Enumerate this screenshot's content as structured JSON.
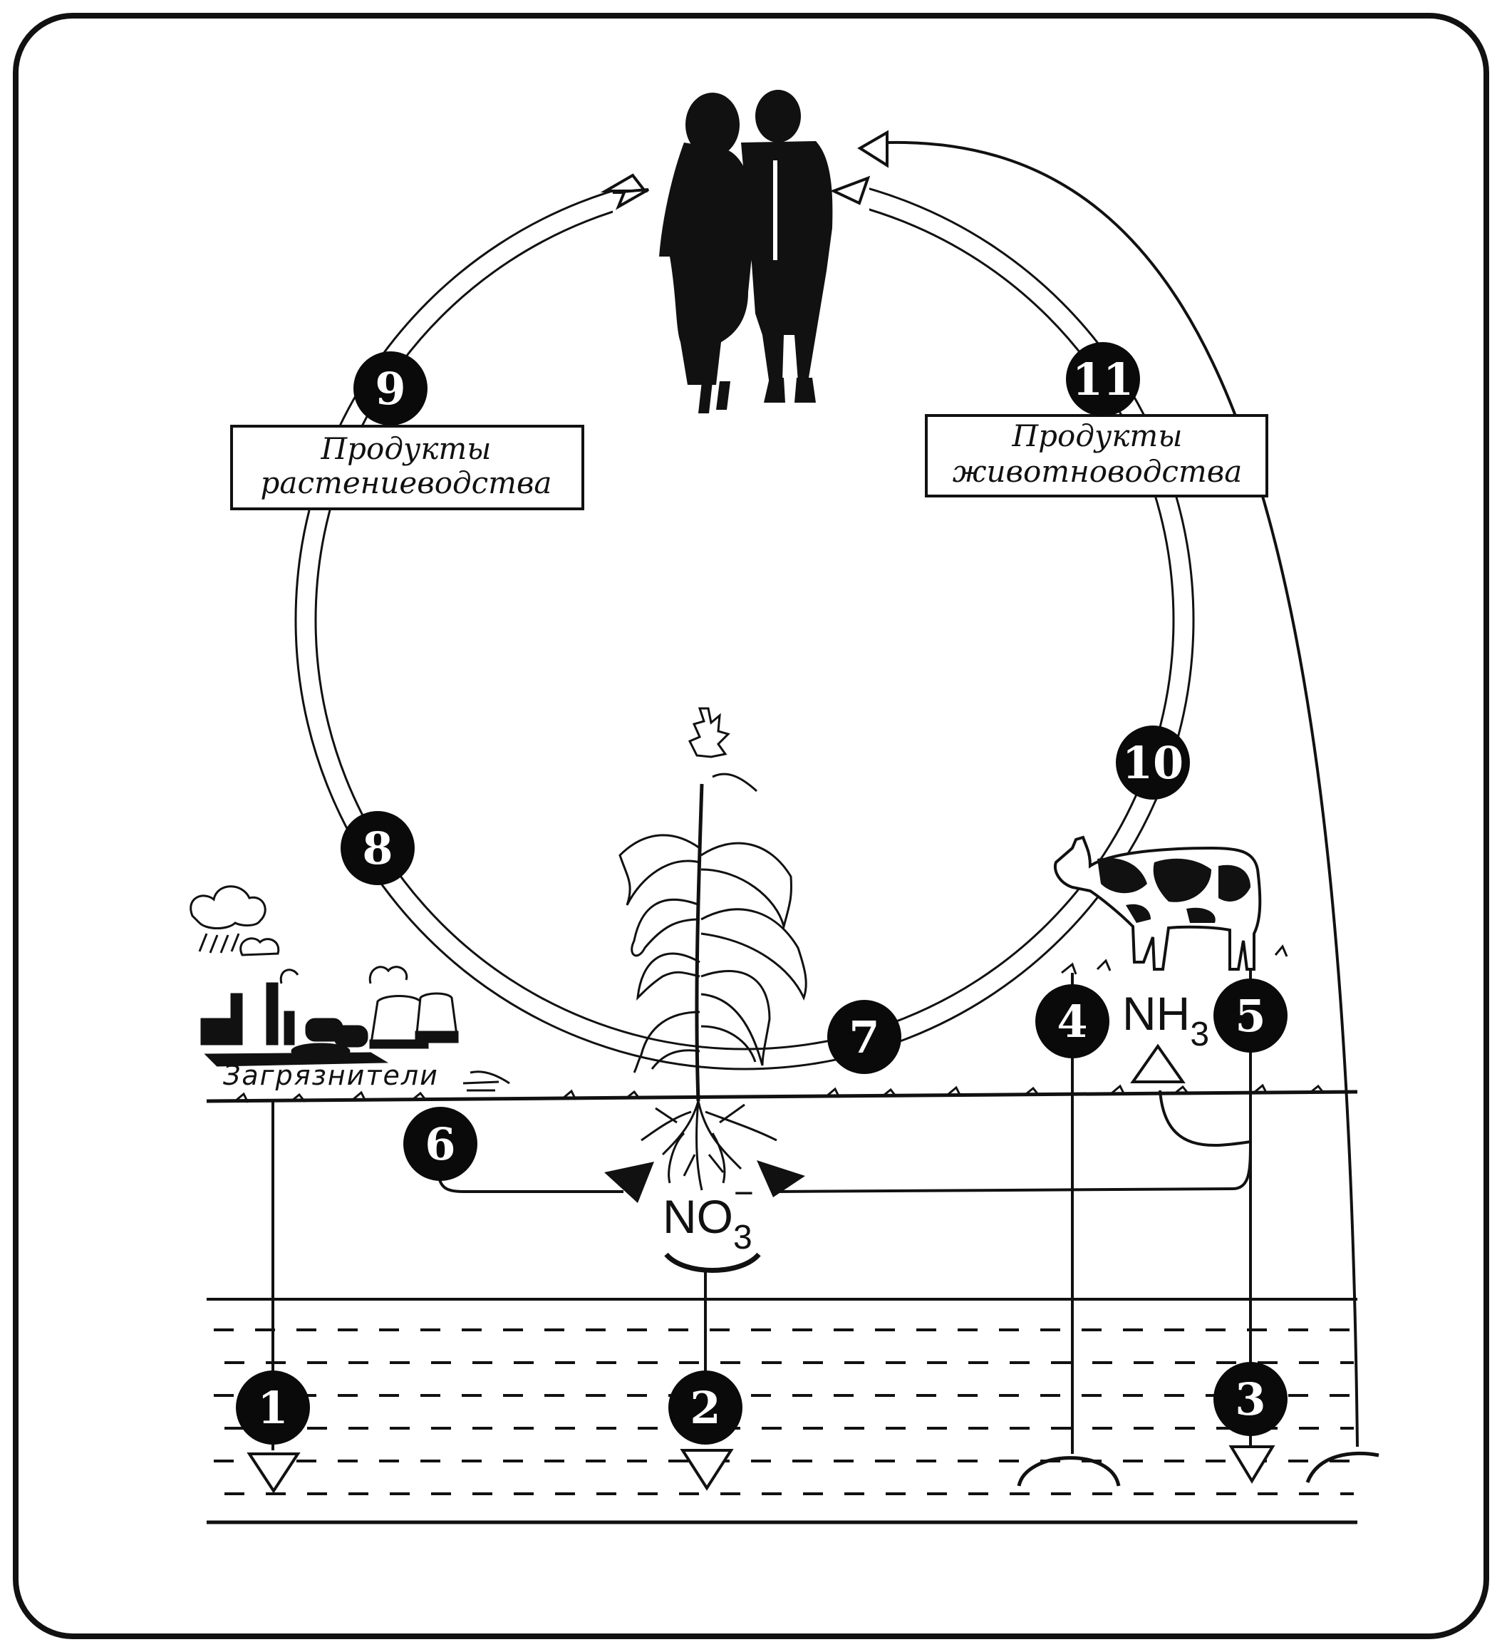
{
  "labels": {
    "plant_products": [
      "Продукты",
      "растениеводства"
    ],
    "animal_products": [
      "Продукты",
      "животноводства"
    ],
    "pollutants": "Загрязнители",
    "ammonia": {
      "base": "NH",
      "sub": "3"
    },
    "nitrate": {
      "base": "NO",
      "sub": "3",
      "sup": "−"
    }
  },
  "markers": [
    "1",
    "2",
    "3",
    "4",
    "5",
    "6",
    "7",
    "8",
    "9",
    "10",
    "11"
  ],
  "colors": {
    "ink": "#111111",
    "paper": "#ffffff",
    "marker_fill": "#0a0a0a"
  }
}
